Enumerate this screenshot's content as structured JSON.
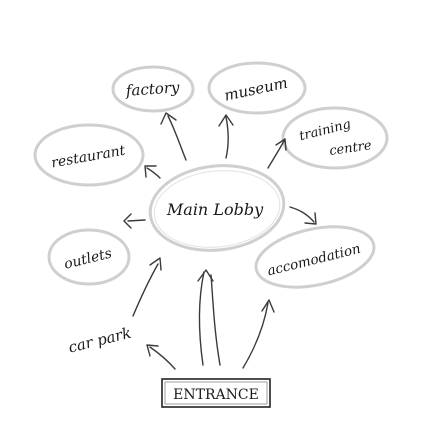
{
  "diagram": {
    "center": {
      "label": "Main Lobby"
    },
    "destinations": [
      {
        "key": "factory",
        "label": "factory"
      },
      {
        "key": "museum",
        "label": "museum"
      },
      {
        "key": "training_line1",
        "label": "training"
      },
      {
        "key": "training_line2",
        "label": "centre"
      },
      {
        "key": "restaurant",
        "label": "restaurant"
      },
      {
        "key": "outlets",
        "label": "outlets"
      },
      {
        "key": "accomodation",
        "label": "accomodation"
      }
    ],
    "car_park": {
      "label": "car park"
    },
    "entrance": {
      "label": "ENTRANCE"
    }
  }
}
